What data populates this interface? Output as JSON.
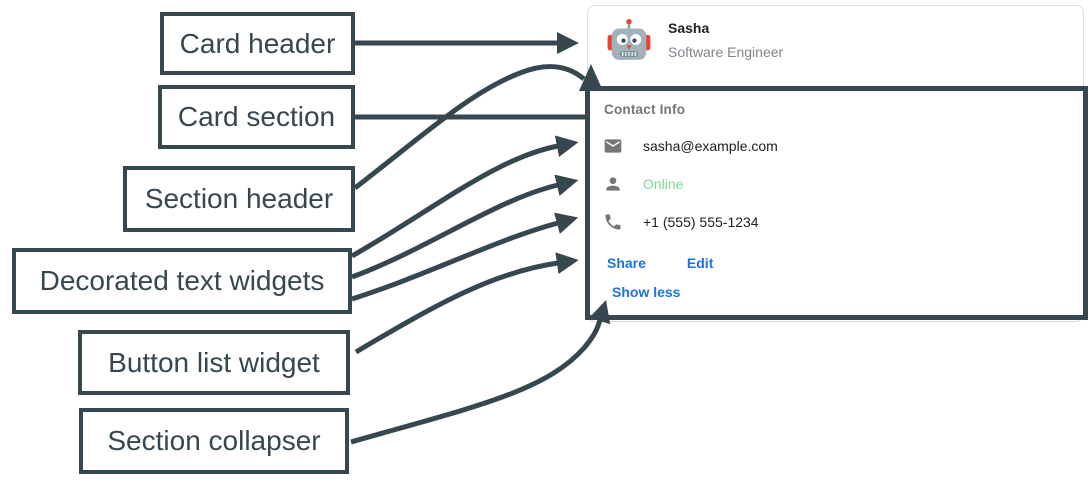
{
  "colors": {
    "annotation_dark": "#37474F",
    "link_blue": "#1a73e8",
    "text_dark": "#202124",
    "subtitle_gray": "#80868b",
    "section_title_gray": "#757575",
    "online_green": "#7ed994",
    "card_border_gray": "#dadce0"
  },
  "annotations": {
    "labels": [
      {
        "id": "card-header",
        "text": "Card header"
      },
      {
        "id": "card-section",
        "text": "Card section"
      },
      {
        "id": "section-header",
        "text": "Section header"
      },
      {
        "id": "decorated-text-widgets",
        "text": "Decorated text widgets"
      },
      {
        "id": "button-list-widget",
        "text": "Button list widget"
      },
      {
        "id": "section-collapser",
        "text": "Section collapser"
      }
    ]
  },
  "card": {
    "header": {
      "name": "Sasha",
      "subtitle": "Software Engineer",
      "avatar_icon": "robot-avatar"
    },
    "section": {
      "title": "Contact Info",
      "rows": [
        {
          "icon": "email-icon",
          "text": "sasha@example.com",
          "style": "dark"
        },
        {
          "icon": "person-icon",
          "text": "Online",
          "style": "green"
        },
        {
          "icon": "phone-icon",
          "text": "+1 (555) 555-1234",
          "style": "dark"
        }
      ],
      "buttons": [
        {
          "label": "Share"
        },
        {
          "label": "Edit"
        }
      ],
      "collapser_label": "Show less"
    }
  }
}
